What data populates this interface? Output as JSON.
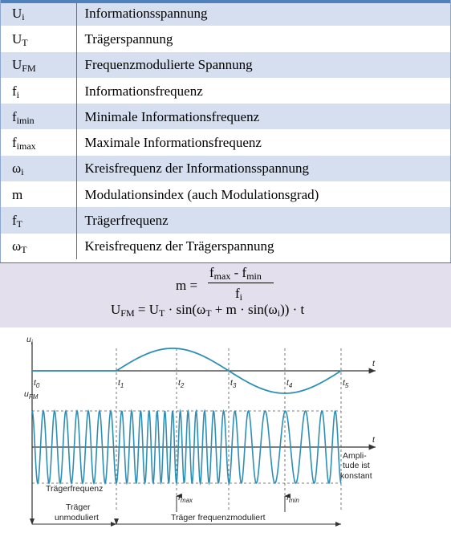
{
  "table": {
    "rows": [
      {
        "sym": "U",
        "sub": "i",
        "desc": "Informationsspannung"
      },
      {
        "sym": "U",
        "sub": "T",
        "desc": "Trägerspannung"
      },
      {
        "sym": "U",
        "sub": "FM",
        "desc": "Frequenzmodulierte Spannung"
      },
      {
        "sym": "f",
        "sub": "i",
        "desc": "Informationsfrequenz"
      },
      {
        "sym": "f",
        "sub": "imin",
        "desc": "Minimale Informationsfrequenz"
      },
      {
        "sym": "f",
        "sub": "imax",
        "desc": "Maximale Informationsfrequenz"
      },
      {
        "sym": "ω",
        "sub": "i",
        "desc": "Kreisfrequenz der Informationsspannung"
      },
      {
        "sym": "m",
        "sub": "",
        "desc": "Modulationsindex (auch Modulationsgrad)"
      },
      {
        "sym": "f",
        "sub": "T",
        "desc": "Trägerfrequenz"
      },
      {
        "sym": "ω",
        "sub": "T",
        "desc": "Kreisfrequenz der Trägerspannung"
      }
    ]
  },
  "formula1": {
    "lhs": "m =",
    "num_a": "f",
    "num_a_sub": "max",
    "num_op": " - ",
    "num_b": "f",
    "num_b_sub": "min",
    "den": "f",
    "den_sub": "i"
  },
  "formula2": {
    "p1": "U",
    "p1_sub": "FM",
    "p2": " = U",
    "p2_sub": "T",
    "p3": " · sin(ω",
    "p3_sub": "T",
    "p4": " + m · sin(ω",
    "p4_sub": "i",
    "p5": ")) · t"
  },
  "diagram": {
    "ylabel_top": "u",
    "ylabel_top_sub": "i",
    "ylabel_bottom": "u",
    "ylabel_bottom_sub": "FM",
    "t_axis_label": "t",
    "time_marks": [
      {
        "t": "t",
        "sub": "0"
      },
      {
        "t": "t",
        "sub": "1"
      },
      {
        "t": "t",
        "sub": "2"
      },
      {
        "t": "t",
        "sub": "3"
      },
      {
        "t": "t",
        "sub": "4"
      },
      {
        "t": "t",
        "sub": "5"
      }
    ],
    "label_traegerfrequenz": "Trägerfrequenz",
    "label_fmax": "f",
    "label_fmax_sub": "max",
    "label_fmin": "f",
    "label_fmin_sub": "min",
    "amplitude_lines": [
      "Ampli-",
      "tude ist",
      "konstant"
    ],
    "label_unmoduliert": [
      "Träger",
      "unmoduliert"
    ],
    "label_moduliert": "Träger frequenzmoduliert",
    "colors": {
      "signal": "#2e8fb5",
      "axis": "#333333"
    }
  }
}
